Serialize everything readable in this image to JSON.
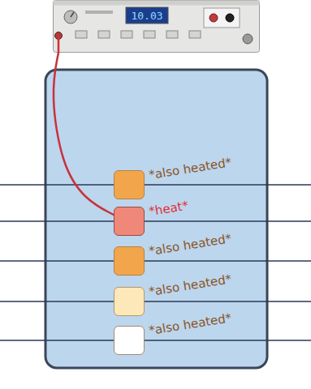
{
  "diagram": {
    "nodes": [
      {
        "text": [
          "10.03"
        ]
      },
      {
        "text": [
          "*also heated*"
        ]
      },
      {
        "text": [
          "*heat*"
        ]
      },
      {
        "text": [
          "*also heated*"
        ]
      },
      {
        "text": [
          "*also heated*"
        ]
      },
      {
        "text": [
          "*also heated*"
        ]
      }
    ],
    "edges": [
      {
        "from": 0,
        "to": 2,
        "arrow": "none"
      }
    ]
  }
}
